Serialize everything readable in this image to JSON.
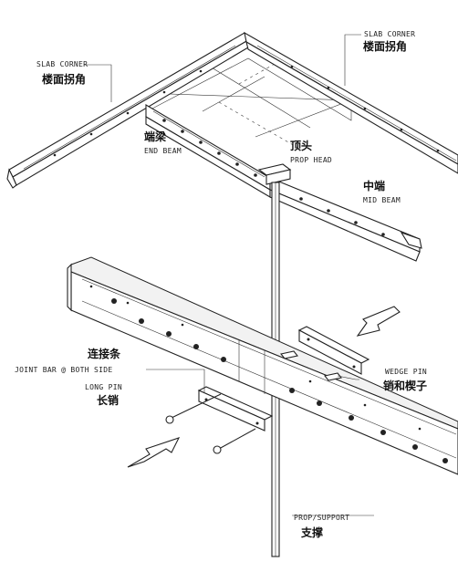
{
  "labels": {
    "slab_corner_left_en": "SLAB CORNER",
    "slab_corner_left_zh": "楼面拐角",
    "slab_corner_right_en": "SLAB CORNER",
    "slab_corner_right_zh": "楼面拐角",
    "end_beam_zh": "端梁",
    "end_beam_en": "END BEAM",
    "prop_head_zh": "顶头",
    "prop_head_en": "PROP HEAD",
    "mid_beam_zh": "中端",
    "mid_beam_en": "MID BEAM",
    "joint_bar_zh": "连接条",
    "joint_bar_en": "JOINT BAR @ BOTH SIDE",
    "long_pin_en": "LONG PIN",
    "long_pin_zh": "长销",
    "wedge_pin_en": "WEDGE PIN",
    "wedge_pin_zh": "销和楔子",
    "prop_support_en": "PROP/SUPPORT",
    "prop_support_zh": "支撑"
  },
  "colors": {
    "line": "#222222",
    "background": "#ffffff"
  }
}
